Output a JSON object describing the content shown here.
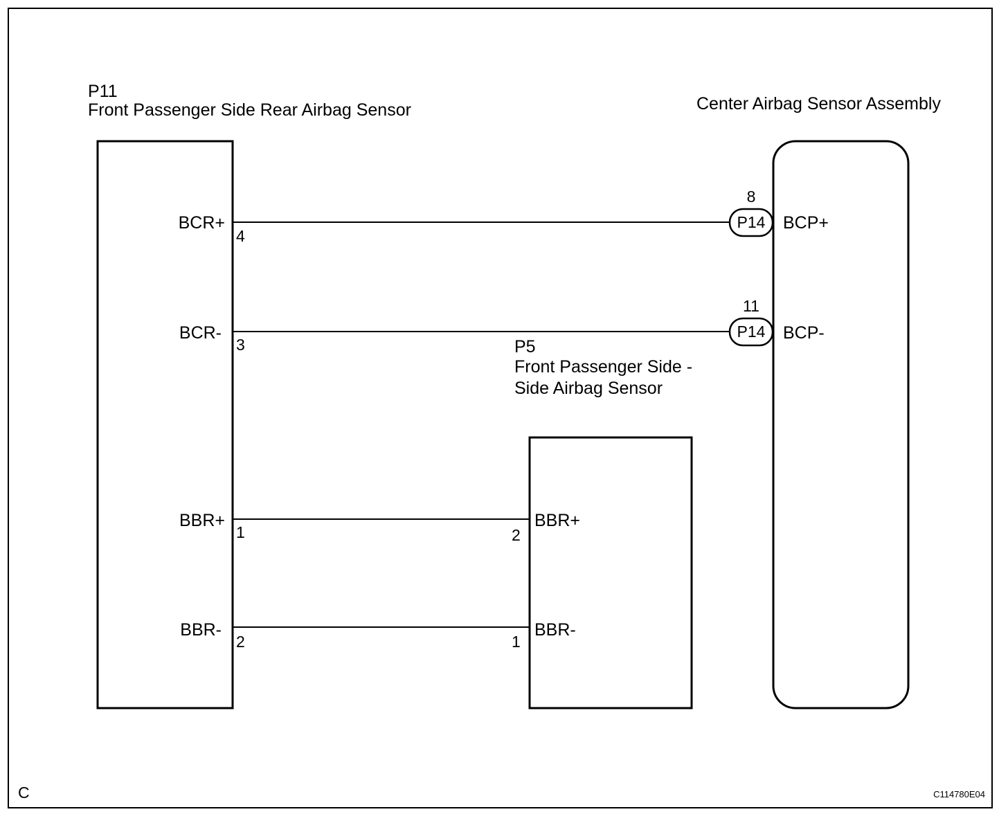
{
  "components": {
    "left": {
      "code": "P11",
      "name": "Front Passenger Side Rear Airbag Sensor",
      "terminals": [
        {
          "label": "BCR+",
          "pin": "4"
        },
        {
          "label": "BCR-",
          "pin": "3"
        },
        {
          "label": "BBR+",
          "pin": "1"
        },
        {
          "label": "BBR-",
          "pin": "2"
        }
      ]
    },
    "middle": {
      "code": "P5",
      "name_line1": "Front Passenger Side -",
      "name_line2": "Side Airbag Sensor",
      "terminals": [
        {
          "label": "BBR+",
          "pin": "2"
        },
        {
          "label": "BBR-",
          "pin": "1"
        }
      ]
    },
    "right": {
      "name": "Center Airbag Sensor Assembly",
      "terminals": [
        {
          "label": "BCP+",
          "pin": "8",
          "connector": "P14"
        },
        {
          "label": "BCP-",
          "pin": "11",
          "connector": "P14"
        }
      ]
    }
  },
  "footer": {
    "corner_letter": "C",
    "figure_id": "C114780E04"
  }
}
